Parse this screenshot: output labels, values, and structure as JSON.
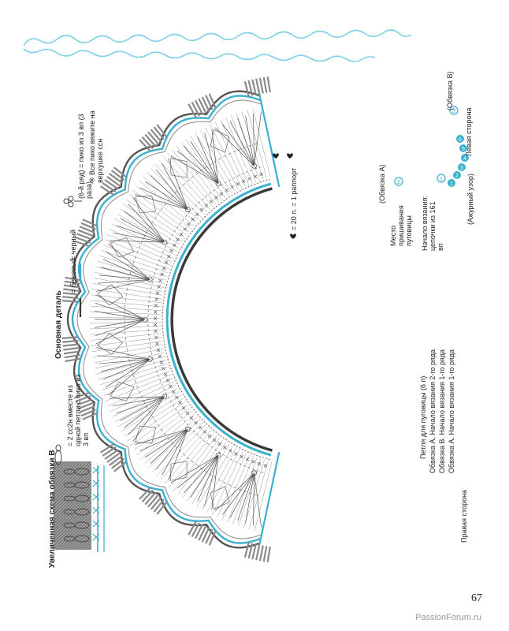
{
  "title": "Основная деталь",
  "enlarged_title": "Увеличенная схема обвязки В",
  "legend": {
    "cluster_symbol": "= 2 сс2н вместе из одной петли с пико из 3 вп",
    "picot_symbol": "(6-й ряд) = пико из 3 вп (3 раза)",
    "picot_note": "※ Все пико вяжите на верхушке ссн",
    "beige": "= бежевый",
    "black": "= черный",
    "rapport": "= 20 п. = 1 раппорт"
  },
  "labels": {
    "right_side": "Правая сторона",
    "left_side": "Левая сторона",
    "button_loop": "Петля для пуговицы (6 п)",
    "edging_a_row2": "Обвязка А. Начало вязания 2-го ряда",
    "edging_b_row1": "Обвязка В. Начало вязания 1-го ряда",
    "edging_a_row1": "Обвязка А. Начало вязания 1-го ряда",
    "edging_b": "(Обвязка В)",
    "edging_a": "(Обвязка А)",
    "button_place": "Место пришивания пуговицы",
    "chain_start": "Начало вязания: цепочки из 161 вп",
    "lace_pattern": "(Ажурный узор)"
  },
  "row_numbers": [
    "1",
    "2",
    "3",
    "4",
    "5",
    "6"
  ],
  "edging_row_numbers": [
    "1",
    "2",
    "3"
  ],
  "page_number": "67",
  "watermark": "PassionForum.ru",
  "colors": {
    "beige_line": "#ffffff",
    "black_line": "#3ab1cf",
    "stitch": "#555555",
    "fringe": "#8a8a8a",
    "ornament": "#7fd0e6"
  }
}
